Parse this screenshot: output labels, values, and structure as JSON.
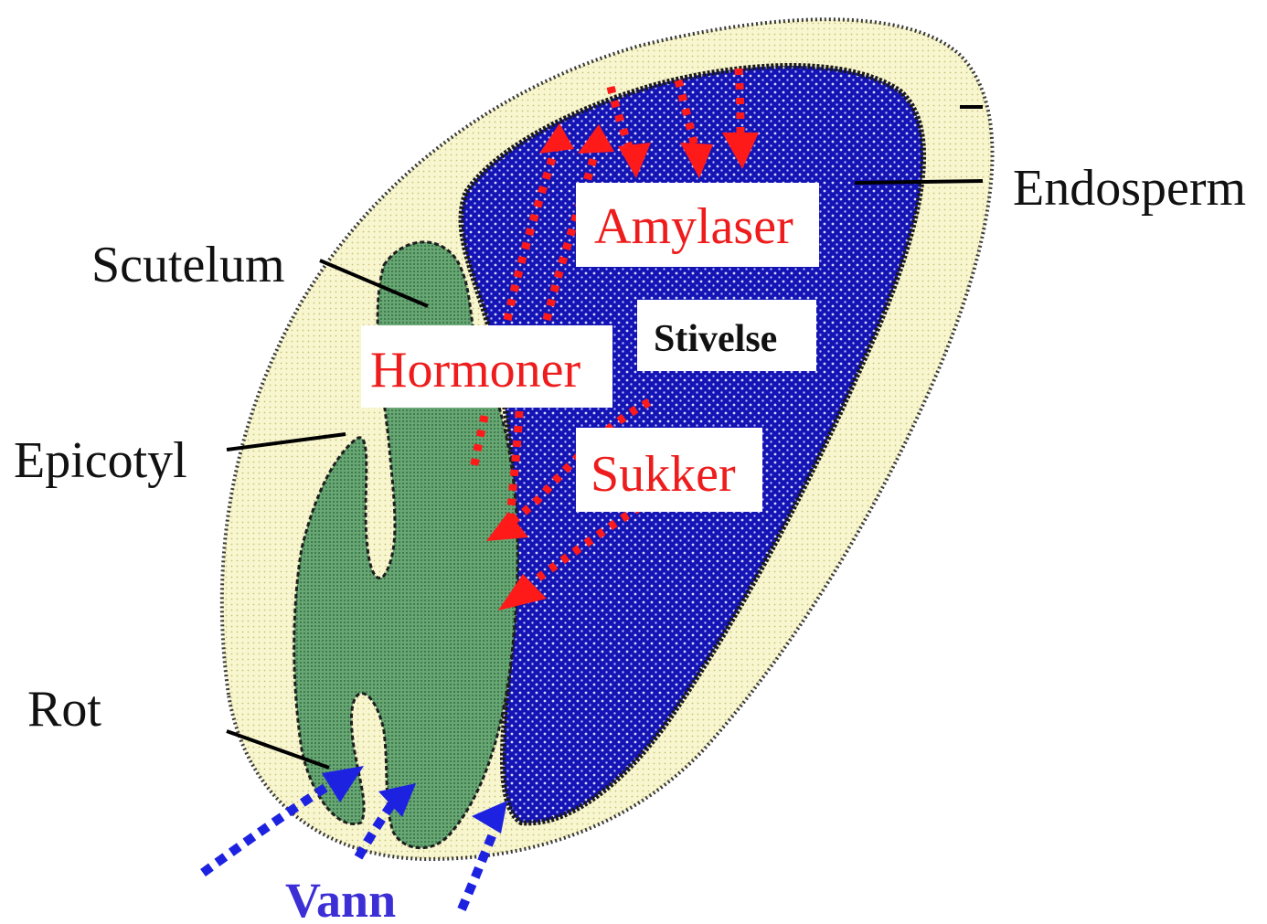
{
  "labels": {
    "endosperm": "Endosperm",
    "scutelum": "Scutelum",
    "epicotyl": "Epicotyl",
    "rot": "Rot",
    "amylaser": "Amylaser",
    "stivelse": "Stivelse",
    "hormoner": "Hormoner",
    "sukker": "Sukker",
    "vann": "Vann"
  },
  "colors": {
    "seed_coat": "#f6f3c4",
    "endosperm": "#1414b4",
    "embryo": "#5f9e6b",
    "arrow_red": "#ff1a1a",
    "arrow_blue": "#1d22e0",
    "text_red": "#ee1c1c",
    "text_blue": "#3d2fd6"
  }
}
